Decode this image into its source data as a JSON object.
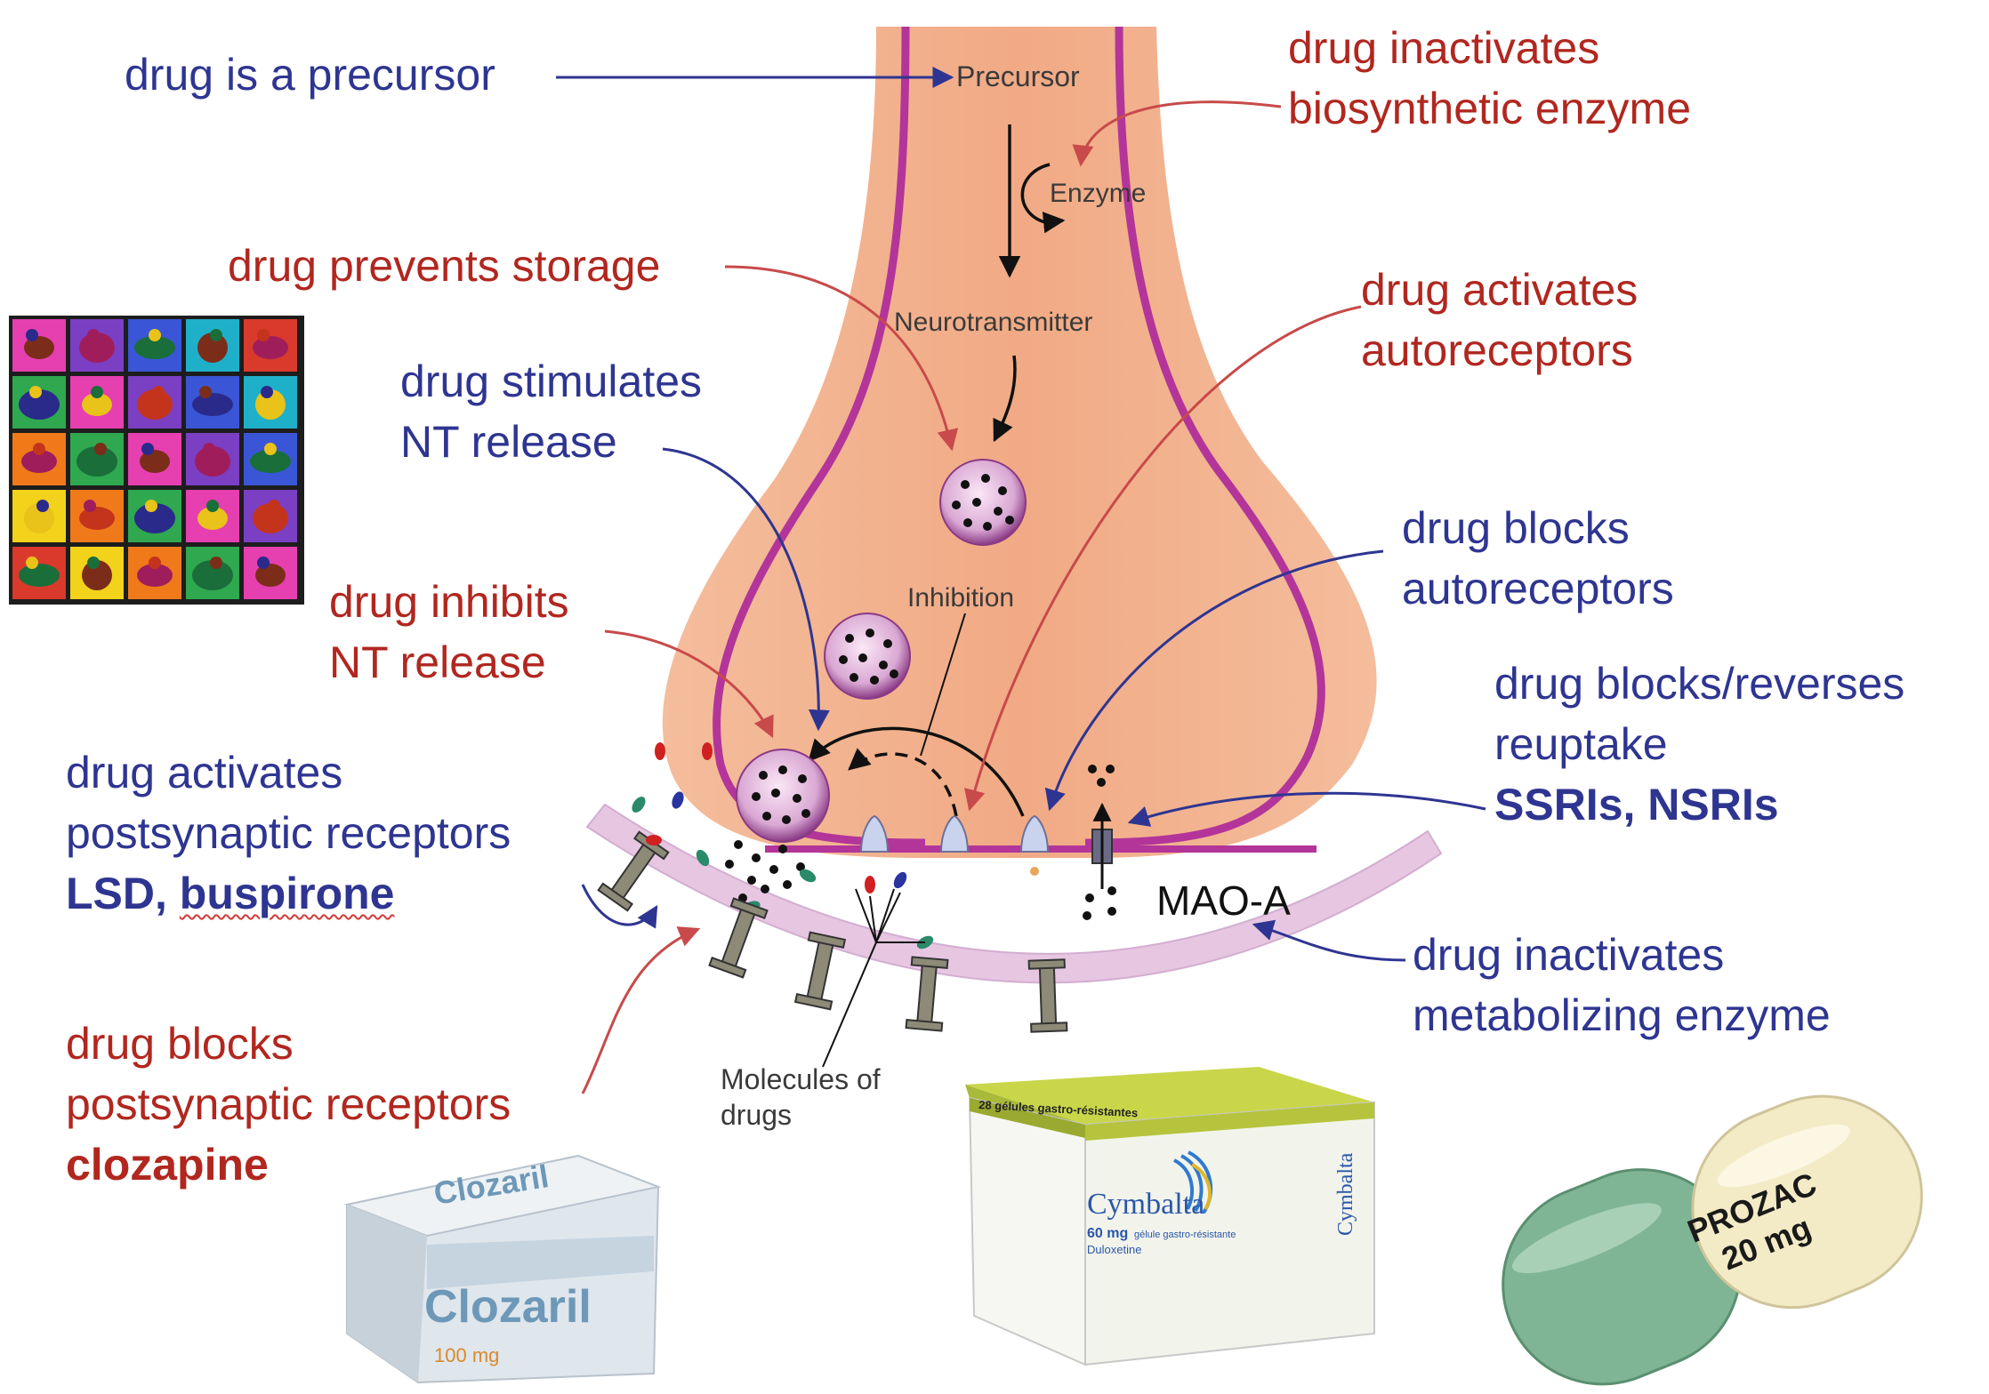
{
  "labels": {
    "precursor_drug": "drug is a precursor",
    "inactivates_biosynthetic": [
      "drug inactivates",
      "biosynthetic enzyme"
    ],
    "prevents_storage": "drug prevents storage",
    "activates_autoreceptors": [
      "drug activates",
      "autoreceptors"
    ],
    "stimulates_release": [
      "drug stimulates",
      "NT release"
    ],
    "blocks_autoreceptors": [
      "drug blocks",
      "autoreceptors"
    ],
    "inhibits_release": [
      "drug inhibits",
      "NT release"
    ],
    "blocks_reverses_reuptake": [
      "drug blocks/reverses",
      "reuptake"
    ],
    "reuptake_examples": "SSRIs, NSRIs",
    "activates_postsynaptic": [
      "drug activates",
      "postsynaptic receptors"
    ],
    "activates_postsynaptic_examples": [
      "LSD, ",
      "buspirone"
    ],
    "inactivates_metabolizing": [
      "drug inactivates",
      "metabolizing enzyme"
    ],
    "blocks_postsynaptic": [
      "drug blocks",
      "postsynaptic receptors"
    ],
    "blocks_postsynaptic_example": "clozapine",
    "mao": "MAO-A"
  },
  "diagram": {
    "precursor": "Precursor",
    "enzyme": "Enzyme",
    "neurotransmitter": "Neurotransmitter",
    "inhibition": "Inhibition",
    "molecules": [
      "Molecules of",
      "drugs"
    ]
  },
  "products": {
    "clozaril_brand": "Clozaril",
    "clozaril_dose": "100 mg",
    "cymbalta_header": "28 gélules gastro-résistantes",
    "cymbalta_brand": "Cymbalta",
    "cymbalta_dose": "60 mg",
    "cymbalta_sub": "gélule gastro-résistante",
    "cymbalta_generic": "Duloxetine",
    "prozac_brand": "PROZAC",
    "prozac_dose": "20 mg"
  },
  "colors": {
    "red_label": "#b1271f",
    "blue_label": "#2e3591",
    "neuron": "#f2b18f",
    "membrane": "#b3359a",
    "postsynaptic": "#e3c3e0"
  }
}
